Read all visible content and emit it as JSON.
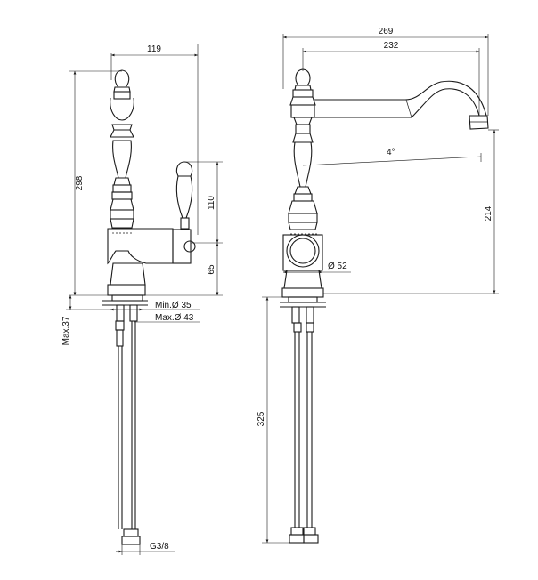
{
  "dimensions": {
    "left_width": "119",
    "overall_height": "298",
    "handle_height": "110",
    "base_height": "65",
    "hole_min": "Min.Ø 35",
    "hole_max": "Max.Ø 43",
    "max_thickness": "Max.37",
    "thread": "G3/8",
    "total_width": "269",
    "spout_reach": "232",
    "spout_angle": "4°",
    "spout_height": "214",
    "body_diameter": "Ø 52",
    "hose_length": "325"
  }
}
